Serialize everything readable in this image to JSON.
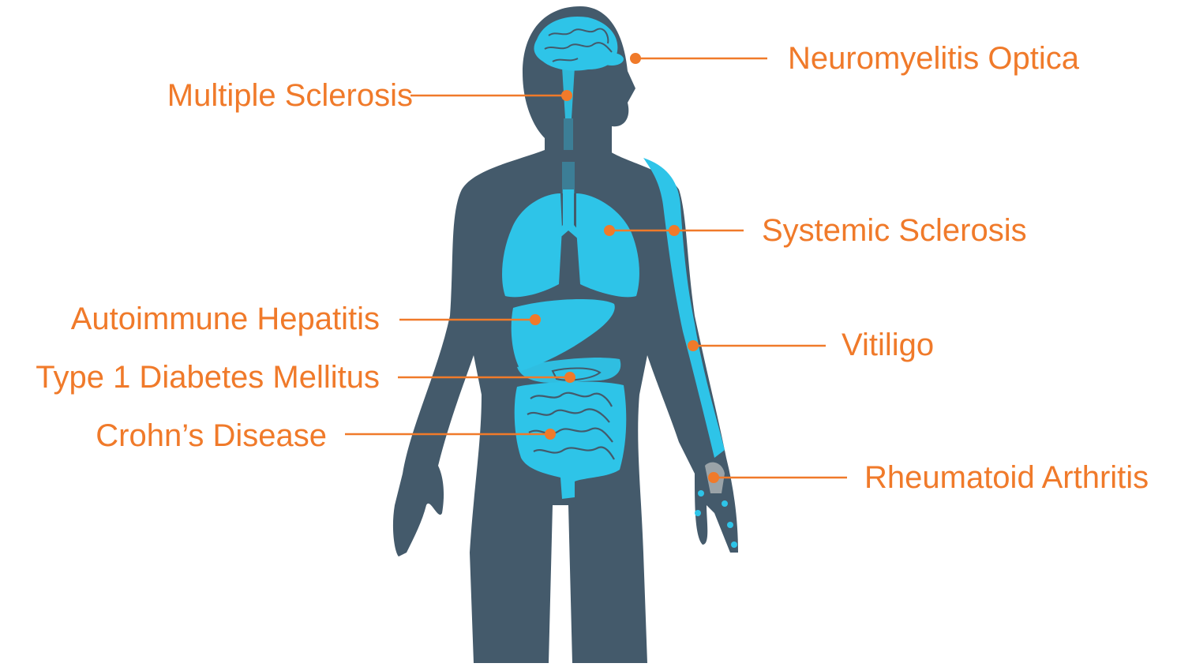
{
  "colors": {
    "body": "#445a6b",
    "organ": "#2ec4e8",
    "accent": "#f07a2a",
    "joint": "#9aa3a8",
    "background": "#ffffff"
  },
  "labels": {
    "neuromyelitis": "Neuromyelitis Optica",
    "ms": "Multiple Sclerosis",
    "systemic": "Systemic Sclerosis",
    "hepatitis": "Autoimmune Hepatitis",
    "vitiligo": "Vitiligo",
    "t1d": "Type 1 Diabetes Mellitus",
    "crohns": "Crohn’s Disease",
    "ra": "Rheumatoid Arthritis"
  }
}
